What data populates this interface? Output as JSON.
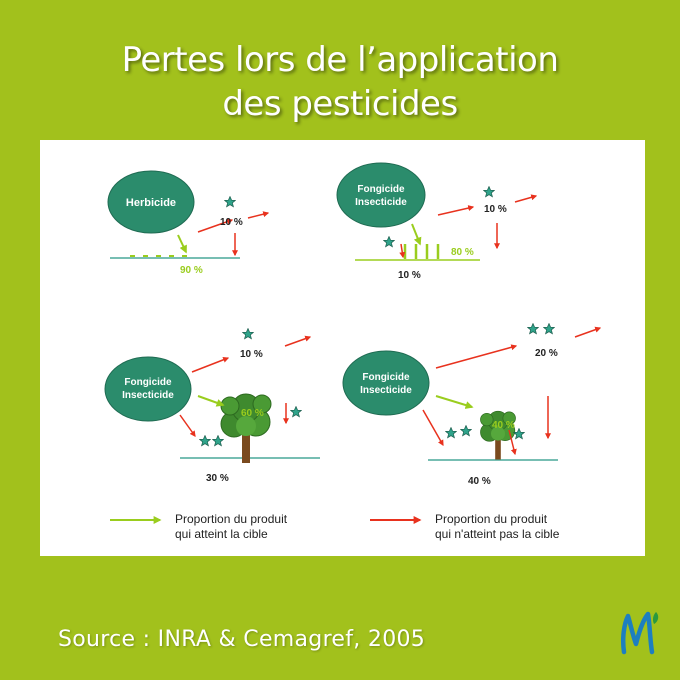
{
  "title": {
    "line1": "Pertes lors de l’application",
    "line2": "des pesticides"
  },
  "scenarios": {
    "herbicide": {
      "label": "Herbicide",
      "drift_pct": "10 %",
      "target_pct": "90 %"
    },
    "crop": {
      "label_line1": "Fongicide",
      "label_line2": "Insecticide",
      "drift_pct": "10 %",
      "target_pct": "80 %",
      "ground_pct": "10 %"
    },
    "small_tree": {
      "label_line1": "Fongicide",
      "label_line2": "Insecticide",
      "drift_pct": "10 %",
      "target_pct": "60 %",
      "ground_pct": "30 %"
    },
    "large_tree": {
      "label_line1": "Fongicide",
      "label_line2": "Insecticide",
      "drift_pct": "20 %",
      "target_pct": "40 %",
      "ground_pct": "40 %"
    }
  },
  "legend": {
    "green_line1": "Proportion du produit",
    "green_line2": "qui atteint la cible",
    "red_line1": "Proportion du produit",
    "red_line2": "qui n'atteint pas la cible"
  },
  "source": "Source : INRA & Cemagref, 2005",
  "colors": {
    "background": "#a2c11c",
    "bubble": "#2b8c6c",
    "green_arrow": "#9acd1e",
    "red_arrow": "#e8321e",
    "ground": "#4aa89a",
    "tree_leaves": "#3f8a2e",
    "tree_trunk": "#7a4a1e"
  },
  "icons": [
    "star-icon",
    "tree-icon",
    "logo-icon"
  ]
}
